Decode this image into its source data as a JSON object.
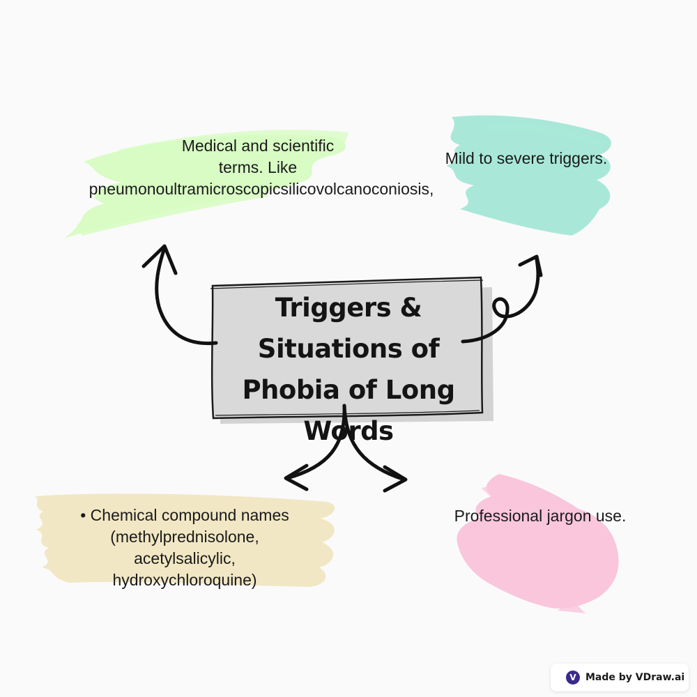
{
  "center": {
    "title_lines": [
      "Triggers &",
      "Situations of",
      "Phobia of Long",
      "Words"
    ]
  },
  "nodes": {
    "top_left": {
      "lines": [
        "Medical and scientific",
        "terms. Like",
        "pneumonoultramicroscopicsilicovolcanoconiosis,"
      ],
      "color": "#d8fcc4"
    },
    "top_right": {
      "lines": [
        "Mild to severe triggers."
      ],
      "color": "#a9e8d8"
    },
    "bottom_left": {
      "lines": [
        "• Chemical compound names",
        "(methylprednisolone,",
        "acetylsalicylic,",
        "hydroxychloroquine)"
      ],
      "color": "#f1e7c4"
    },
    "bottom_right": {
      "lines": [
        "Professional jargon use."
      ],
      "color": "#f9c6dc"
    }
  },
  "badge": {
    "logo": "V",
    "text": "Made by VDraw.ai"
  }
}
